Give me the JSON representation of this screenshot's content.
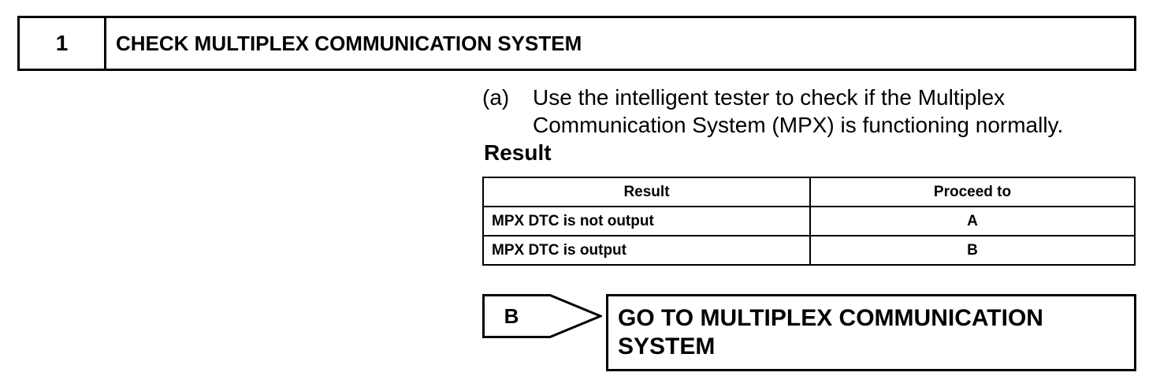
{
  "step": {
    "number": "1",
    "title": "CHECK MULTIPLEX COMMUNICATION SYSTEM"
  },
  "instruction": {
    "marker": "(a)",
    "text": "Use the intelligent tester to check if the Multiplex Communication System (MPX) is functioning normally."
  },
  "result_heading": "Result",
  "result_table": {
    "headers": [
      "Result",
      "Proceed to"
    ],
    "rows": [
      [
        "MPX DTC is not output",
        "A"
      ],
      [
        "MPX DTC is output",
        "B"
      ]
    ]
  },
  "branch": {
    "letter": "B",
    "action": "GO TO MULTIPLEX COMMUNICATION SYSTEM"
  }
}
